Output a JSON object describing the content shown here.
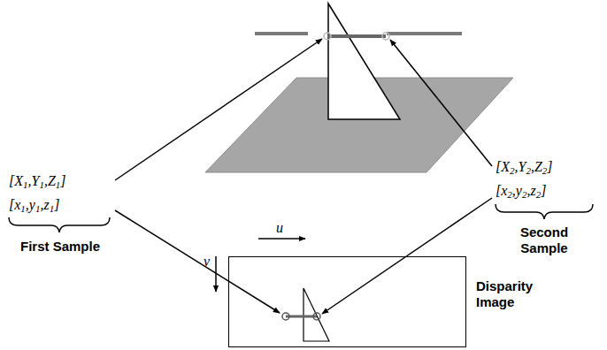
{
  "diagram": {
    "nodes": [
      {
        "text": [
          "Disparity Image"
        ]
      }
    ],
    "labels": [
      "[X1,Y1,Z1]",
      "[x1,y1,z1]",
      "First Sample",
      "[X2,Y2,Z2]",
      "[x2,y2,z2]",
      "Second Sample",
      "u",
      "v"
    ]
  }
}
